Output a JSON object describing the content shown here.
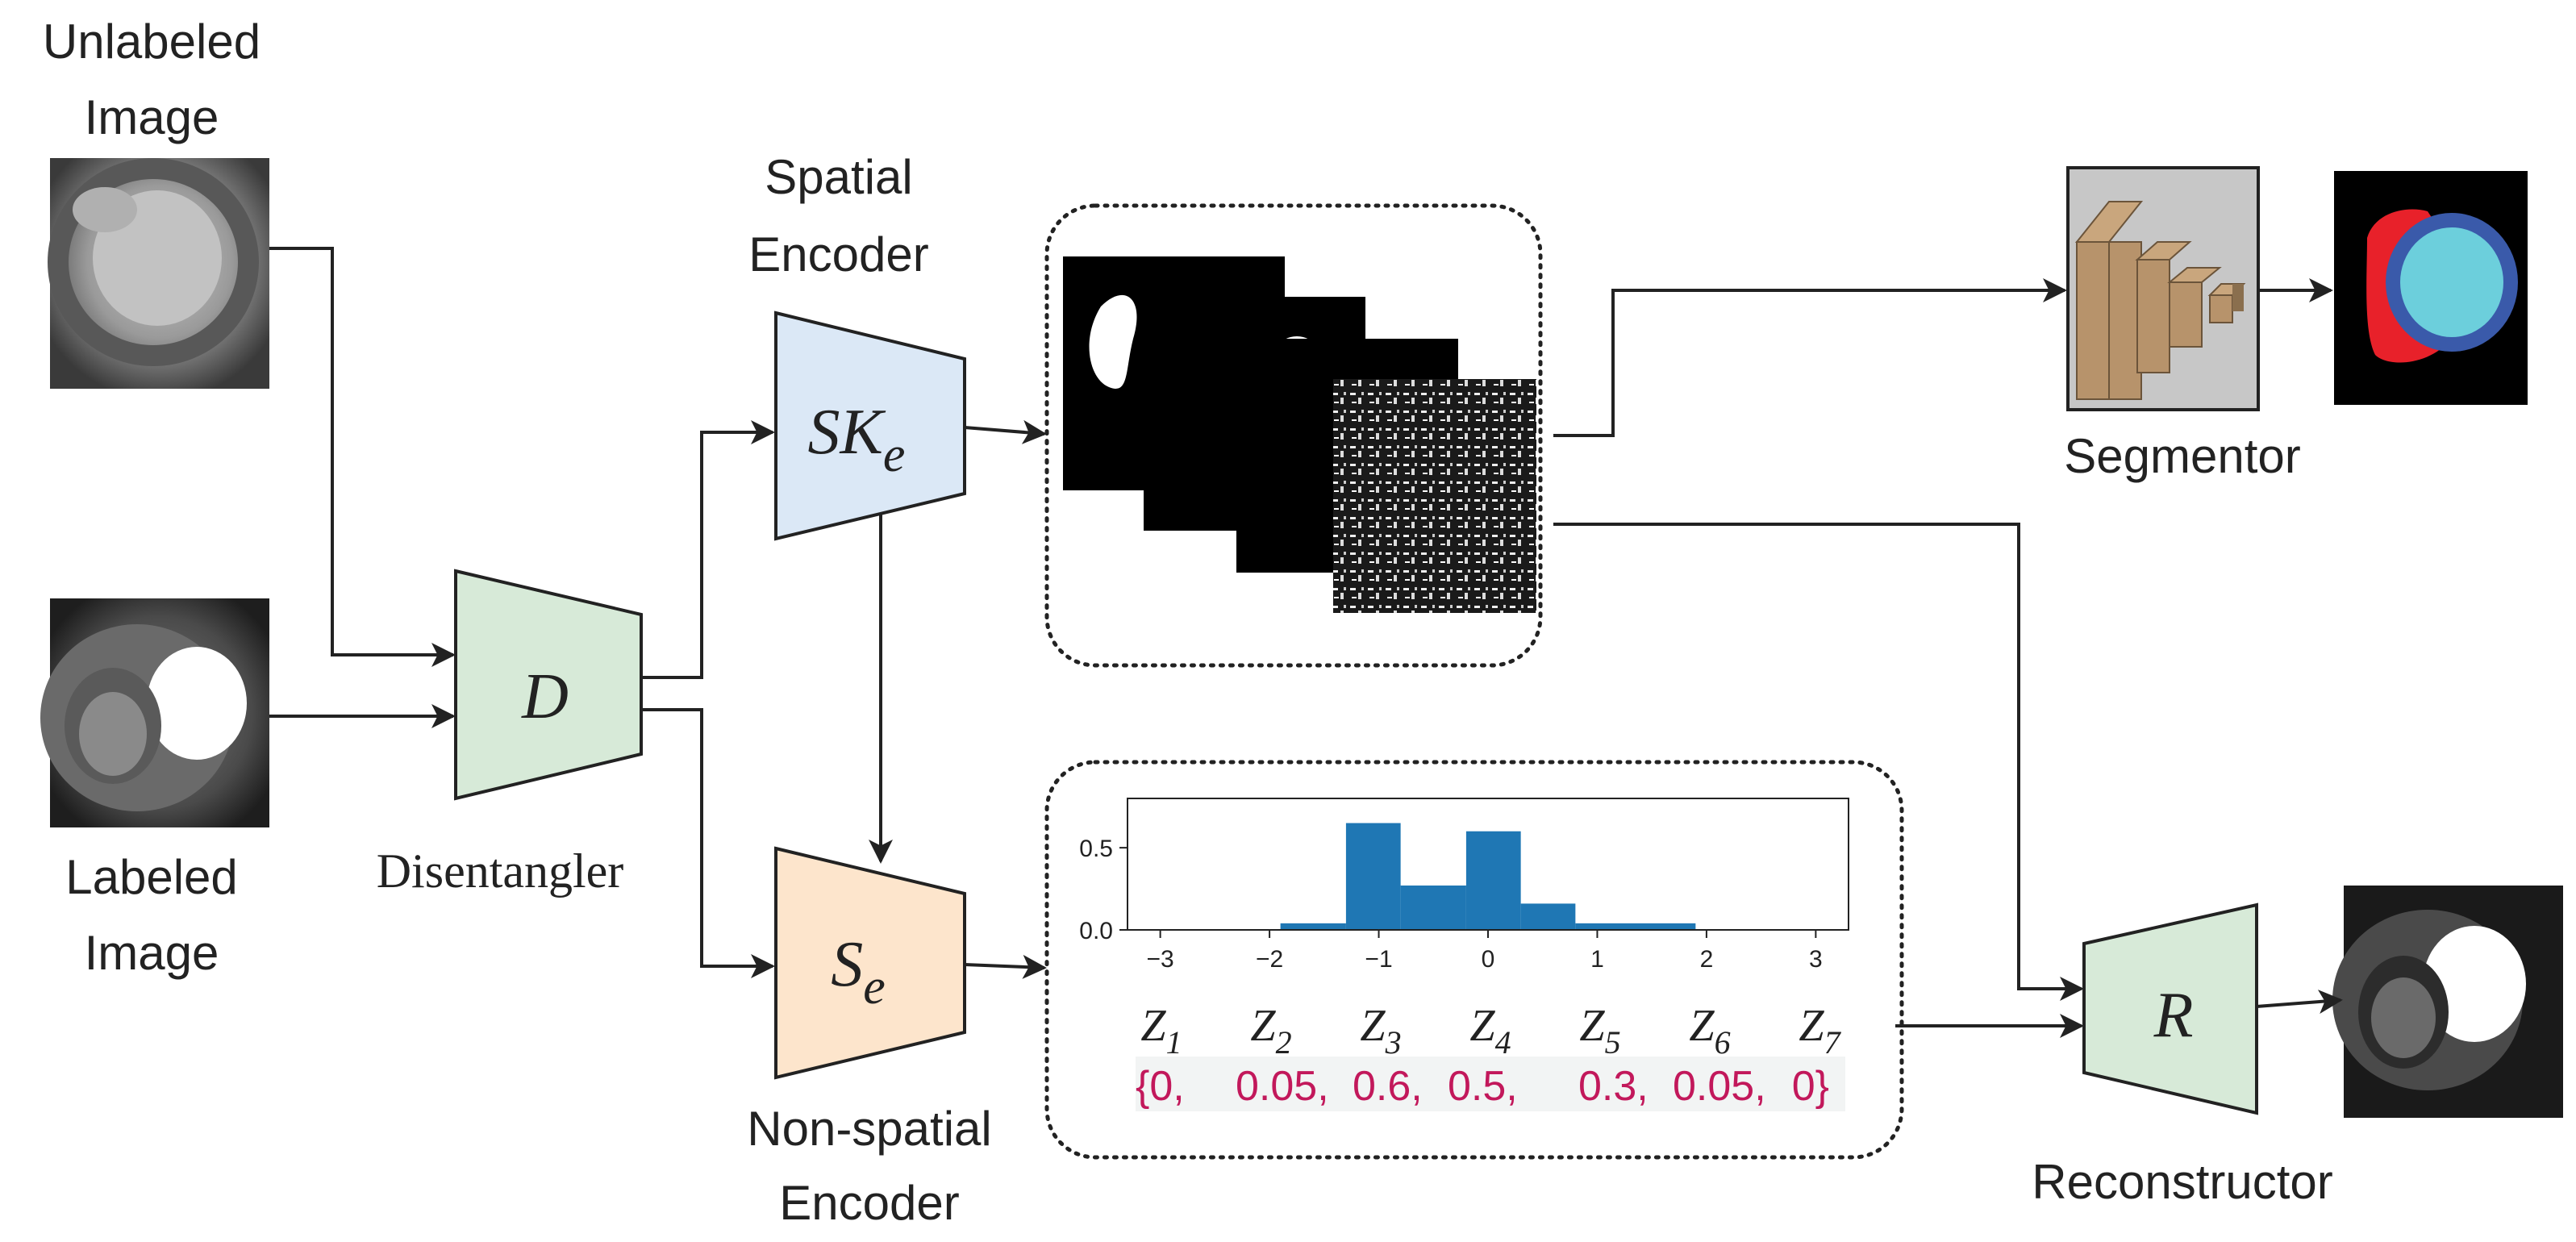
{
  "labels": {
    "unlabeled_line1": "Unlabeled",
    "unlabeled_line2": "Image",
    "labeled_line1": "Labeled",
    "labeled_line2": "Image",
    "disentangler": "Disentangler",
    "spatial_line1": "Spatial",
    "spatial_line2": "Encoder",
    "nonspatial_line1": "Non-spatial",
    "nonspatial_line2": "Encoder",
    "segmentor": "Segmentor",
    "reconstructor": "Reconstructor"
  },
  "blocks": {
    "D": "D",
    "SK_main": "SK",
    "SK_sub": "e",
    "S_main": "S",
    "S_sub": "e",
    "R": "R"
  },
  "colors": {
    "disentangler_fill": "#d7ead8",
    "spatial_fill": "#dbe8f6",
    "nonspatial_fill": "#fde5cc",
    "reconstructor_fill": "#d7ead8",
    "histogram_bar": "#1f77b4",
    "z_values": "#c2185b"
  },
  "chart_data": {
    "type": "bar",
    "bins": [
      {
        "start": -1.9,
        "end": -1.3,
        "value": 0.04
      },
      {
        "start": -1.3,
        "end": -0.8,
        "value": 0.65
      },
      {
        "start": -0.8,
        "end": -0.2,
        "value": 0.27
      },
      {
        "start": -0.2,
        "end": 0.3,
        "value": 0.6
      },
      {
        "start": 0.3,
        "end": 0.8,
        "value": 0.16
      },
      {
        "start": 0.8,
        "end": 1.9,
        "value": 0.04
      }
    ],
    "xlim": [
      -3.3,
      3.3
    ],
    "ylim": [
      0,
      0.8
    ],
    "xticks": [
      "−3",
      "−2",
      "−1",
      "0",
      "1",
      "2",
      "3"
    ],
    "xtick_values": [
      -3,
      -2,
      -1,
      0,
      1,
      2,
      3
    ],
    "yticks": [
      "0.0",
      "0.5"
    ],
    "ytick_values": [
      0.0,
      0.5
    ]
  },
  "z_latents": [
    {
      "sub": "1",
      "value": "{0,"
    },
    {
      "sub": "2",
      "value": "0.05,"
    },
    {
      "sub": "3",
      "value": "0.6,"
    },
    {
      "sub": "4",
      "value": "0.5,"
    },
    {
      "sub": "5",
      "value": "0.3,"
    },
    {
      "sub": "6",
      "value": "0.05,"
    },
    {
      "sub": "7",
      "value": "0}"
    }
  ],
  "z_letter": "Z"
}
